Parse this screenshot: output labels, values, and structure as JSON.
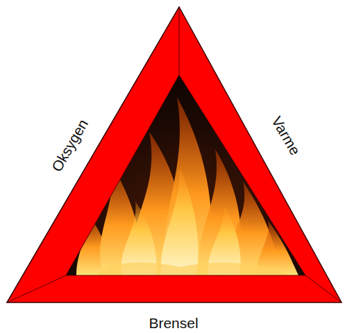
{
  "diagram": {
    "labels": [
      "Oksygen",
      "Varme",
      "Brensel"
    ]
  }
}
